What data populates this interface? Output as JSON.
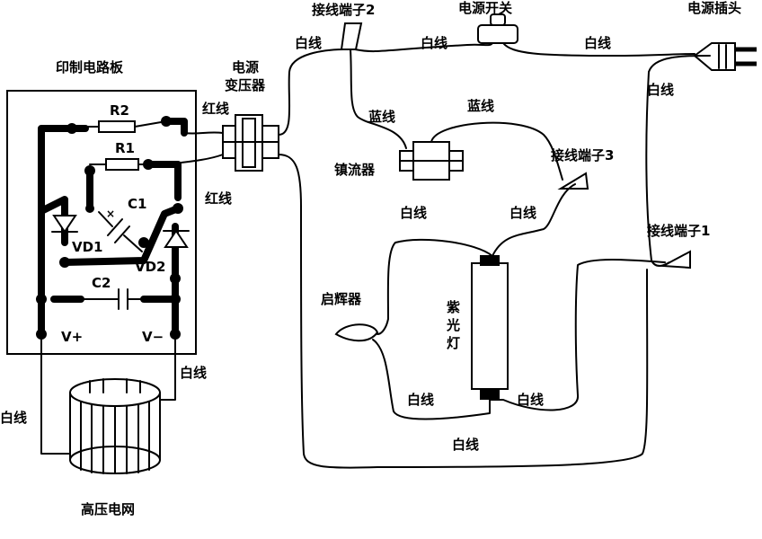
{
  "labels": {
    "pcb": "印制电路板",
    "transformer_line1": "电源",
    "transformer_line2": "变压器",
    "terminal2": "接线端子2",
    "power_switch": "电源开关",
    "power_plug": "电源插头",
    "terminal3": "接线端子3",
    "terminal1": "接线端子1",
    "ballast": "镇流器",
    "starter": "启辉器",
    "uv_lamp_1": "紫",
    "uv_lamp_2": "光",
    "uv_lamp_3": "灯",
    "hv_grid": "高压电网",
    "red_wire_top": "红线",
    "red_wire_bottom": "红线",
    "white_wire": "白线",
    "blue_wire": "蓝线",
    "r1": "R1",
    "r2": "R2",
    "c1": "C1",
    "c2": "C2",
    "vd1": "VD1",
    "vd2": "VD2",
    "vplus": "V+",
    "vminus": "V−",
    "cross_mark": "×"
  }
}
